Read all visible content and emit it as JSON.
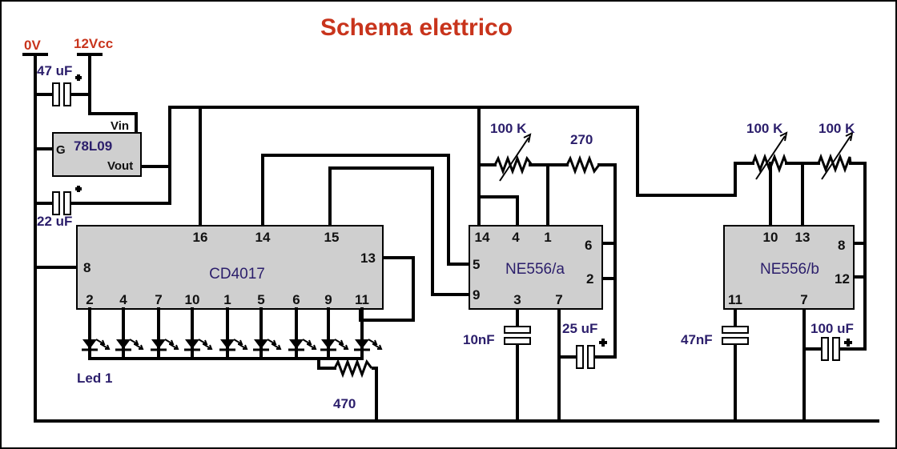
{
  "title": "Schema elettrico",
  "rails": {
    "ground": "0V",
    "supply": "12Vcc"
  },
  "regulator": {
    "name": "78L09",
    "pins": {
      "vin": "Vin",
      "g": "G",
      "vout": "Vout"
    }
  },
  "capacitors": {
    "c_input": "47 uF",
    "c_output": "22 uF",
    "c_timer_a_small": "10nF",
    "c_timer_a_large": "25 uF",
    "c_timer_b_small": "47nF",
    "c_timer_b_large": "100 uF"
  },
  "resistors": {
    "r_led": "470",
    "r_a_pot": "100 K",
    "r_a_fixed": "270",
    "r_b_pot1": "100 K",
    "r_b_pot2": "100 K"
  },
  "counter": {
    "name": "CD4017",
    "pins_top": [
      "16",
      "14",
      "15"
    ],
    "pin_left": "8",
    "pin_right": "13",
    "pins_bottom": [
      "2",
      "4",
      "7",
      "10",
      "1",
      "5",
      "6",
      "9",
      "11"
    ]
  },
  "timer_a": {
    "name": "NE556/a",
    "pins_top": [
      "14",
      "4",
      "1"
    ],
    "pins_left": [
      "5",
      "9"
    ],
    "pins_right": [
      "6",
      "2"
    ],
    "pins_bottom": [
      "3",
      "7"
    ]
  },
  "timer_b": {
    "name": "NE556/b",
    "pins_top": [
      "10",
      "13"
    ],
    "pins_right": [
      "8",
      "12"
    ],
    "pins_bottom": [
      "11",
      "7"
    ]
  },
  "led_label": "Led 1"
}
